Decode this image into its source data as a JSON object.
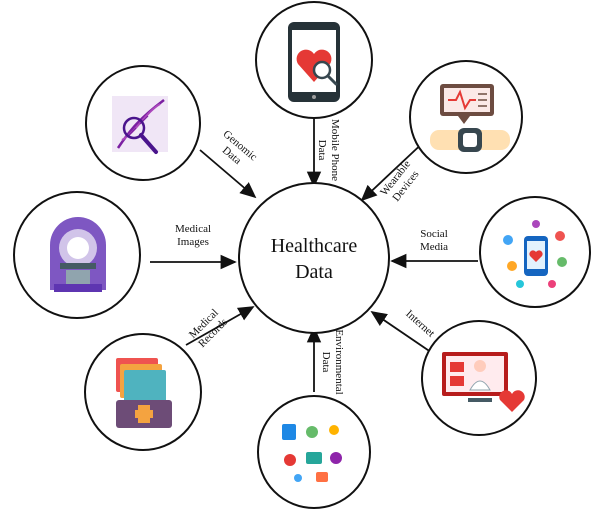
{
  "center": {
    "line1": "Healthcare",
    "line2": "Data"
  },
  "sources": [
    {
      "id": "genomic",
      "label1": "Genomic",
      "label2": "Data",
      "icon": "dna-magnifier-icon"
    },
    {
      "id": "mobile",
      "label1": "Mobile Phone",
      "label2": "Data",
      "icon": "mobile-phone-heart-icon"
    },
    {
      "id": "wearable",
      "label1": "Wearable",
      "label2": "Devices",
      "icon": "smartwatch-icon"
    },
    {
      "id": "social",
      "label1": "Social",
      "label2": "Media",
      "icon": "social-media-icon"
    },
    {
      "id": "internet",
      "label1": "Internet",
      "label2": "",
      "icon": "internet-doctor-screen-icon"
    },
    {
      "id": "environmental",
      "label1": "Environmental",
      "label2": "Data",
      "icon": "environmental-icons-icon"
    },
    {
      "id": "records",
      "label1": "Medical",
      "label2": "Records",
      "icon": "medical-folder-icon"
    },
    {
      "id": "images",
      "label1": "Medical",
      "label2": "Images",
      "icon": "mri-scanner-icon"
    }
  ],
  "colors": {
    "outline": "#111111",
    "heart": "#e53935",
    "dna": "#7b1fa2",
    "scanner": "#7e57c2",
    "folder_orange": "#f4a340",
    "folder_teal": "#4fb3bf",
    "folder_base": "#6d4c77"
  }
}
